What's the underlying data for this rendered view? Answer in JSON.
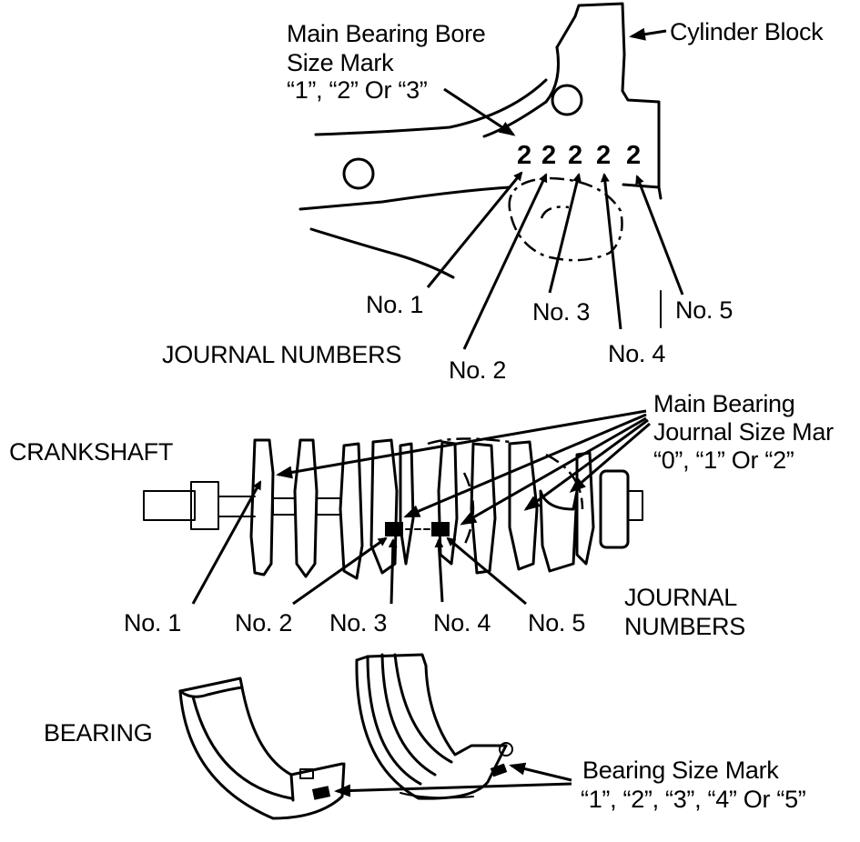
{
  "block": {
    "bore_mark_title_line1": "Main Bearing Bore",
    "bore_mark_title_line2": "Size Mark",
    "bore_mark_values": "“1”, “2” Or “3”",
    "cylinder_block_label": "Cylinder Block",
    "bore_marks": [
      "2",
      "2",
      "2",
      "2",
      "2"
    ],
    "journal_labels": [
      "No. 1",
      "No. 2",
      "No. 3",
      "No. 4",
      "No. 5"
    ],
    "journal_numbers_label": "JOURNAL NUMBERS"
  },
  "crankshaft": {
    "label": "CRANKSHAFT",
    "journal_mark_title_line1": "Main Bearing",
    "journal_mark_title_line2": "Journal Size Mar",
    "journal_mark_values": "“0”, “1” Or “2”",
    "journal_labels": [
      "No. 1",
      "No. 2",
      "No. 3",
      "No. 4",
      "No. 5"
    ],
    "journal_numbers_line1": "JOURNAL",
    "journal_numbers_line2": "NUMBERS"
  },
  "bearing": {
    "label": "BEARING",
    "size_mark_title": "Bearing Size Mark",
    "size_mark_values": "“1”, “2”, “3”, “4” Or “5”"
  }
}
